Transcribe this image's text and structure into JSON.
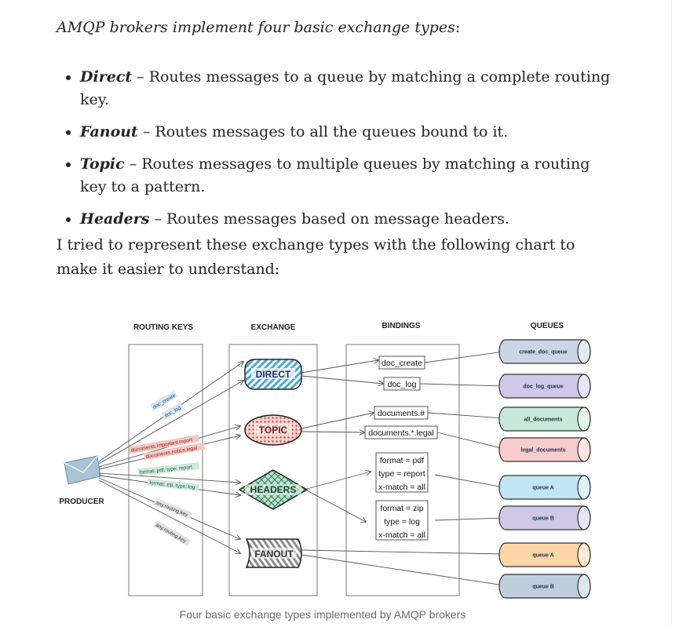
{
  "intro": {
    "lead_text": "AMQP brokers implement four basic exchange types",
    "trailing": ":"
  },
  "exchange_types": [
    {
      "name": "Direct",
      "description": " – Routes messages to a queue by matching a complete routing key."
    },
    {
      "name": "Fanout",
      "description": " – Routes messages to all the queues bound to it."
    },
    {
      "name": "Topic",
      "description": " – Routes messages to multiple queues by matching a routing key to a pattern."
    },
    {
      "name": "Headers",
      "description": " – Routes messages based on message headers."
    }
  ],
  "paragraph": "I tried to represent these exchange types with the following chart to make it easier to understand:",
  "figure": {
    "headers": {
      "routing_keys": "ROUTING KEYS",
      "exchange": "EXCHANGE",
      "bindings": "BINDINGS",
      "queues": "QUEUES"
    },
    "producer_label": "PRODUCER",
    "routing_keys": [
      "doc_create",
      "doc_log",
      "documents.important.report",
      "documents.notice.legal",
      "format: pdf, type: report",
      "format: zip, type: log",
      "any.routing.key",
      "any.routing.key"
    ],
    "exchanges": [
      "DIRECT",
      "TOPIC",
      "HEADERS",
      "FANOUT"
    ],
    "bindings": {
      "direct": [
        "doc_create",
        "doc_log"
      ],
      "topic": [
        "documents.#",
        "documents.*.legal"
      ],
      "headers_a": [
        "format = pdf",
        "type = report",
        "x-match = all"
      ],
      "headers_b": [
        "format = zip",
        "type = log",
        "x-match = all"
      ]
    },
    "queues": [
      "create_doc_queue",
      "doc_log_queue",
      "all_documents",
      "legal_documents",
      "queue A",
      "queue B",
      "queue A",
      "queue B"
    ],
    "colors": {
      "direct": "#4aa7d8",
      "topic": "#d9534f",
      "headers": "#3f9e6e",
      "fanout": "#9a9a9a",
      "queue_grey_blue": "#c8d6e5",
      "queue_purple": "#cfc8e8",
      "queue_green": "#c7e8d8",
      "queue_pink": "#f6cccc",
      "queue_cyan": "#bfe6f2",
      "queue_lavender": "#cfc8e8",
      "queue_orange": "#fad5a5",
      "queue_steel": "#bfcedc"
    },
    "caption": "Four basic exchange types implemented by AMQP brokers"
  }
}
